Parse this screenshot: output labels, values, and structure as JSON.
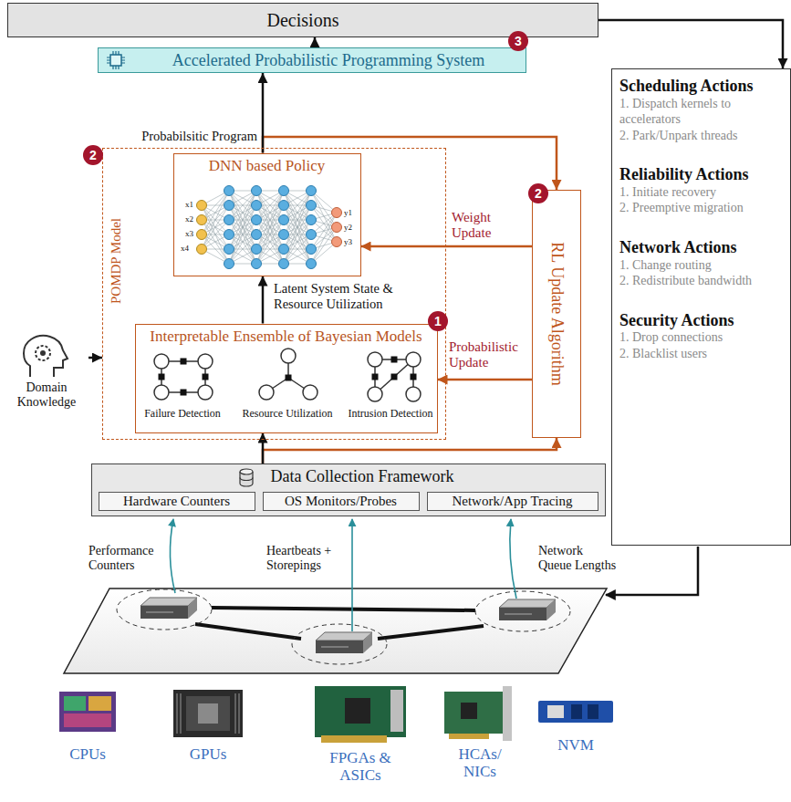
{
  "diagram": {
    "nodes": [
      {
        "text": [
          "Decisions"
        ]
      },
      {
        "text": [
          "Accelerated Probabilistic Programming System"
        ]
      },
      {
        "text": [
          "POMDP Model"
        ]
      },
      {
        "text": [
          "DNN based Policy"
        ],
        "in": 2
      },
      {
        "text": [
          "Interpretable Ensemble of Bayesian Models"
        ],
        "in": 2
      },
      {
        "text": [
          "RL Update Algorithm"
        ]
      },
      {
        "text": [
          "Domain Knowledge"
        ]
      },
      {
        "text": [
          "Data Collection Framework"
        ]
      },
      {
        "text": [
          "Hardware Counters"
        ],
        "in": 7
      },
      {
        "text": [
          "OS Monitors/Probes"
        ],
        "in": 7
      },
      {
        "text": [
          "Network/App Tracing"
        ],
        "in": 7
      },
      {
        "text": [
          "Scheduling Actions",
          "1. Dispatch kernels to accelerators",
          "2. Park/Unpark threads",
          "Reliability Actions",
          "1. Initiate recovery",
          "2. Preemptive migration",
          "Network Actions",
          "1. Change routing",
          "2. Redistribute bandwidth",
          "Security Actions",
          "1. Drop connections",
          "2. Blacklist users"
        ]
      }
    ],
    "edges": [
      {
        "from": 1,
        "to": 0,
        "arrow": "to"
      },
      {
        "from": 3,
        "to": 1,
        "label": "Probabilsitic Program",
        "arrow": "to"
      },
      {
        "from": 3,
        "to": 5,
        "arrow": "to"
      },
      {
        "from": 5,
        "to": 3,
        "label": "Weight Update",
        "arrow": "to"
      },
      {
        "from": 5,
        "to": 4,
        "label": "Probabilistic Update",
        "arrow": "to"
      },
      {
        "from": 4,
        "to": 3,
        "label": "Latent System State & Resource Utilization",
        "arrow": "to"
      },
      {
        "from": 6,
        "to": 2,
        "arrow": "to"
      },
      {
        "from": 7,
        "to": 4,
        "arrow": "to"
      },
      {
        "from": 7,
        "to": 5,
        "arrow": "to"
      },
      {
        "from": 0,
        "to": 11,
        "arrow": "to"
      }
    ],
    "labels": [
      "3",
      "2",
      "x1",
      "x2",
      "x3",
      "x4",
      "y1",
      "y2",
      "y3",
      "2",
      "1",
      "Failure Detection",
      "Resource Utilization",
      "Intrusion Detection",
      "Performance Counters",
      "Heartbeats + Storepings",
      "Network Queue Lengths",
      "CPUs",
      "GPUs",
      "FPGAs & ASICs",
      "HCAs/ NICs",
      "NVM"
    ]
  }
}
